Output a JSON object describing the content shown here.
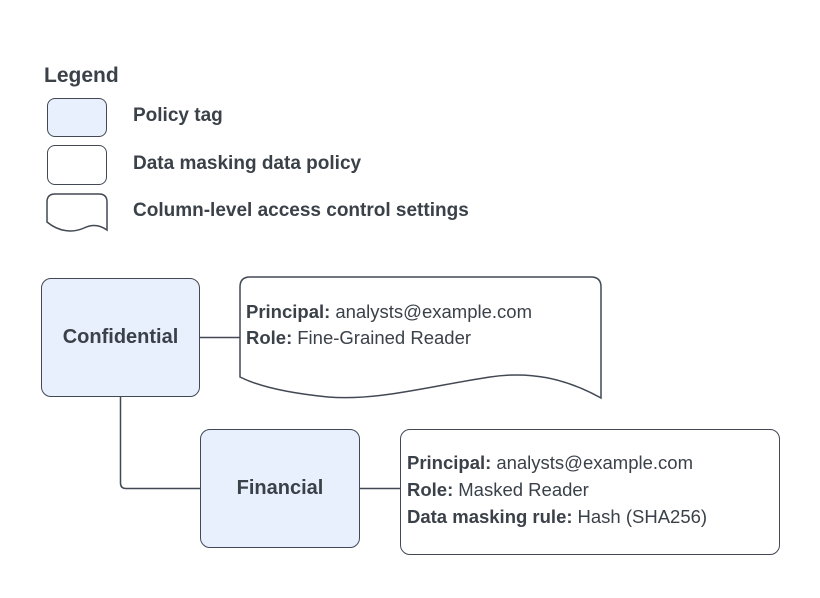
{
  "legend": {
    "title": "Legend",
    "items": [
      {
        "label": "Policy tag",
        "swatch": "policy-tag-swatch"
      },
      {
        "label": "Data masking data policy",
        "swatch": "data-policy-swatch"
      },
      {
        "label": "Column-level access control settings",
        "swatch": "access-control-swatch"
      }
    ]
  },
  "nodes": {
    "confidential": {
      "label": "Confidential"
    },
    "financial": {
      "label": "Financial"
    }
  },
  "access_control_settings": {
    "lines": [
      {
        "label": "Principal:",
        "value": "analysts@example.com"
      },
      {
        "label": "Role:",
        "value": "Fine-Grained Reader"
      }
    ]
  },
  "data_masking_policy": {
    "lines": [
      {
        "label": "Principal:",
        "value": "analysts@example.com"
      },
      {
        "label": "Role:",
        "value": "Masked Reader"
      },
      {
        "label": "Data masking rule:",
        "value": "Hash (SHA256)"
      }
    ]
  },
  "colors": {
    "policy_tag_fill": "#e8f0fe",
    "shape_border": "#424954",
    "text": "#3b4149",
    "background": "#ffffff"
  }
}
